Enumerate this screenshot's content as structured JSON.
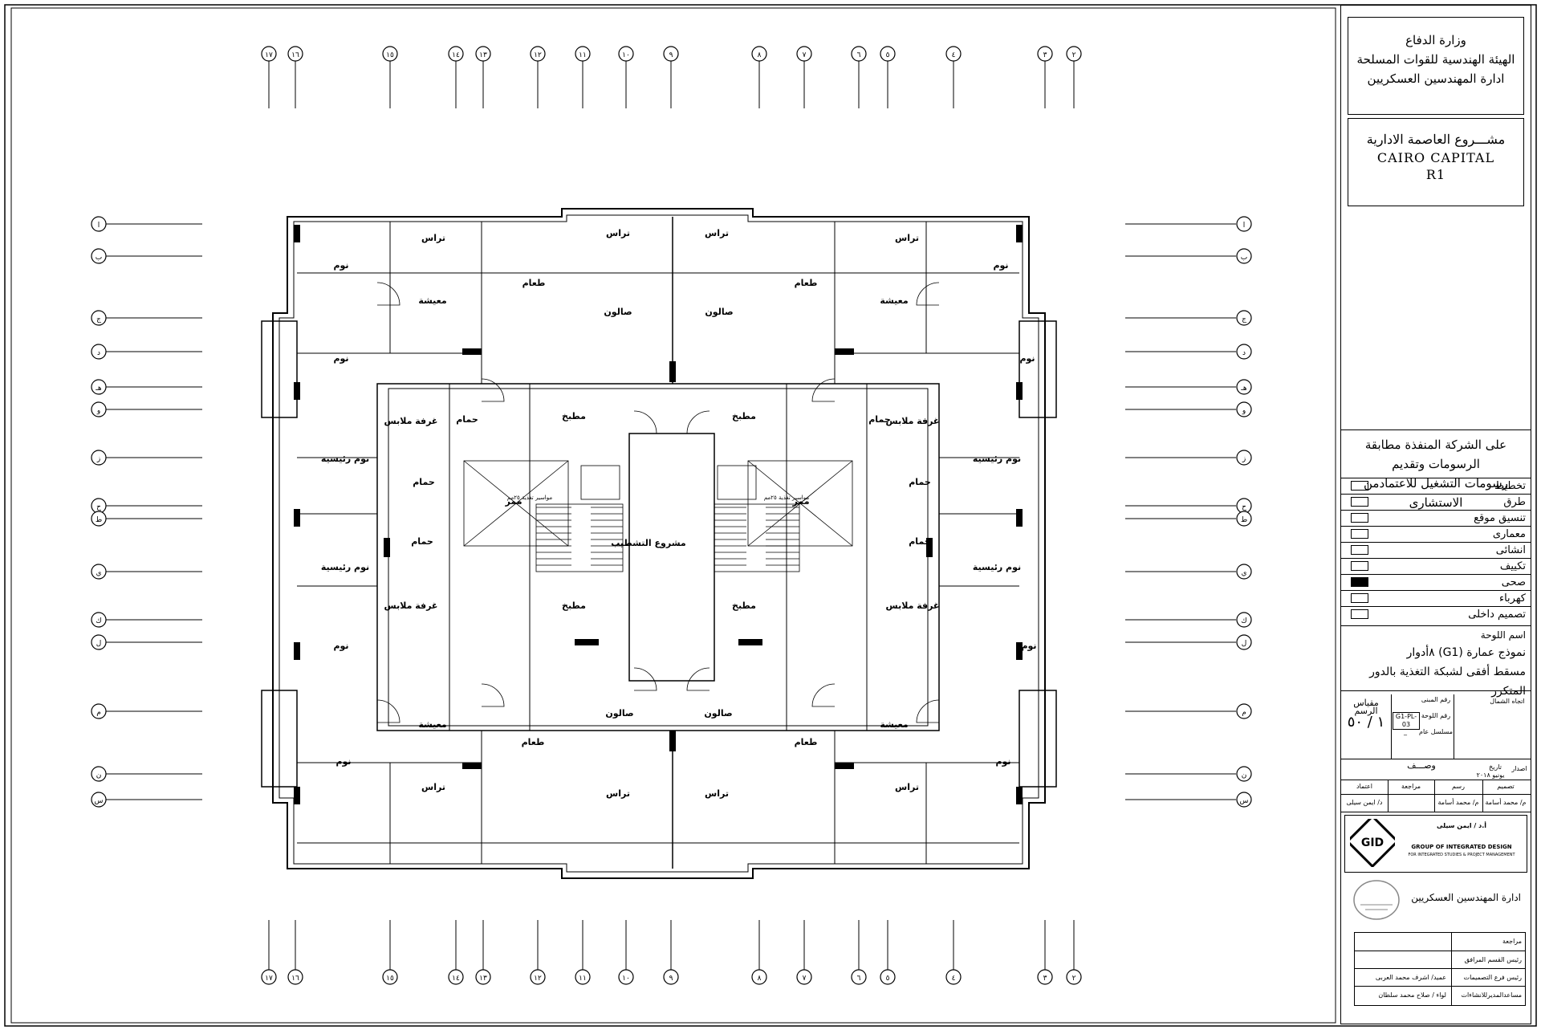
{
  "title_block": {
    "authority": [
      "وزارة الدفاع",
      "الهيئة الهندسية للقوات المسلحة",
      "ادارة المهندسين العسكريين"
    ],
    "project": [
      "مشـــروع العاصمة الادارية",
      "CAIRO  CAPITAL",
      "R1"
    ],
    "approval_note": [
      "على الشركة المنفذة مطابقة الرسومات وتقديم",
      "رسومات  التشغيل للاعتمادمن الاستشارى"
    ],
    "disciplines": [
      {
        "label": "تخطيط",
        "checked": false
      },
      {
        "label": "طرق",
        "checked": false
      },
      {
        "label": "تنسيق موقع",
        "checked": false
      },
      {
        "label": "معمارى",
        "checked": false
      },
      {
        "label": "انشائى",
        "checked": false
      },
      {
        "label": "تكييف",
        "checked": false
      },
      {
        "label": "صحى",
        "checked": true
      },
      {
        "label": "كهرباء",
        "checked": false
      },
      {
        "label": "تصميم داخلى",
        "checked": false
      }
    ],
    "sheet_name_label": "اسم اللوحة",
    "sheet_name": [
      "نموذج عمارة (G1) ٨أدوار",
      "مسقط أفقى لشبكة التغذية بالدور المتكرر"
    ],
    "scale_label": "مقياس الرسم",
    "scale_value": "١ / ٥٠",
    "north_label": "اتجاه الشمال",
    "building_no_label": "رقم المبنى",
    "sheet_no_label": "رقم اللوحة",
    "serial_label": "مسلسل عام",
    "sheet_no": "G1-PL-03",
    "serial_no": "_",
    "rev_label": "اصدار",
    "date_label": "تاريخ",
    "desc_label": "وصـــف",
    "date_value": "يونيو ٢٠١٨",
    "design_label": "تصميم",
    "drawing_label": "رسم",
    "review_label": "مراجعة",
    "approve_label": "اعتماد",
    "designer": "م/ محمد أسامة",
    "drafter": "م/ محمد أسامة",
    "approver": "د/ ايمن سيلى",
    "firm_person": "أ.د / ايمن سيلى",
    "firm_sub": "FOR INTEGRATED STUDIES & PROJECT MANAGEMENT",
    "firm_name": "GROUP OF INTEGRATED DESIGN",
    "logo_text": "GID",
    "dept_label": "ادارة المهندسين العسكريين",
    "sig_rows": [
      "مراجعة",
      "رئيس القسم المرافق",
      "رئيس فرع التصميمات",
      "مساعدالمديرللانشاءات"
    ],
    "sig_names": [
      "",
      "",
      "عميد/ اشرف محمد العربى",
      "لواء / صلاح محمد سلطان"
    ]
  },
  "plan": {
    "rooms": {
      "terrace": "تراس",
      "bedroom": "نوم",
      "living": "معيشة",
      "dining": "طعام",
      "salon": "صالون",
      "dressing": "غرفة ملابس",
      "bath": "حمام",
      "kitchen": "مطبخ",
      "master": "نوم رئيسية",
      "corridor": "ممر",
      "shaft": "مشروع التشطيب"
    },
    "feed_note": "مواسير تغذية ٢٥مم",
    "grid_top": [
      "١٧",
      "١٦",
      "١٥",
      "١٤",
      "١٣",
      "١٢",
      "١١",
      "١٠",
      "٩",
      "٨",
      "٧",
      "٦",
      "٥",
      "٤",
      "٣",
      "٢"
    ],
    "grid_bottom": [
      "١٧",
      "١٦",
      "١٥",
      "١٤",
      "١٣",
      "١٢",
      "١١",
      "١٠",
      "٩",
      "٨",
      "٧",
      "٦",
      "٥",
      "٤",
      "٣",
      "٢"
    ],
    "grid_left": [
      "ا",
      "ب",
      "ج",
      "د",
      "هـ",
      "و",
      "ز",
      "ح",
      "ط",
      "ي",
      "ك",
      "ل",
      "م",
      "ن",
      "س"
    ],
    "grid_right": [
      "ا",
      "ب",
      "ج",
      "د",
      "هـ",
      "و",
      "ز",
      "ح",
      "ط",
      "ي",
      "ك",
      "ل",
      "م",
      "ن",
      "س"
    ]
  }
}
